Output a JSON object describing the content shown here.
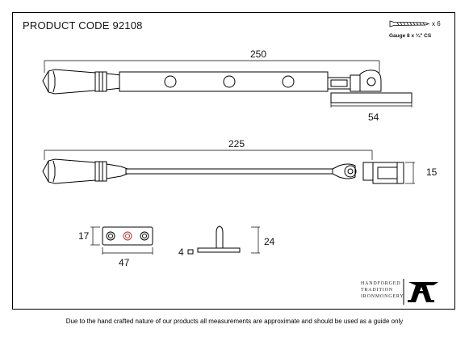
{
  "product_code_label": "PRODUCT CODE",
  "product_code": "92108",
  "screw": {
    "icon": "screw-icon",
    "count": "x 6",
    "gauge": "Gauge 8 x ¾\" CS"
  },
  "dimensions": {
    "stay_open_length": "250",
    "stay_open_end_width": "54",
    "stay_closed_length": "225",
    "stay_closed_height": "15",
    "plate_height": "17",
    "plate_width": "47",
    "pin_base": "4",
    "pin_height": "24"
  },
  "brand": {
    "line1": "HANDFORGED",
    "line2": "TRADITION",
    "line3": "IRONMONGERY",
    "logo_icon": "anvil-a-logo-icon"
  },
  "disclaimer": "Due to the hand crafted nature of our products all measurements are approximate and should be used as a guide only"
}
